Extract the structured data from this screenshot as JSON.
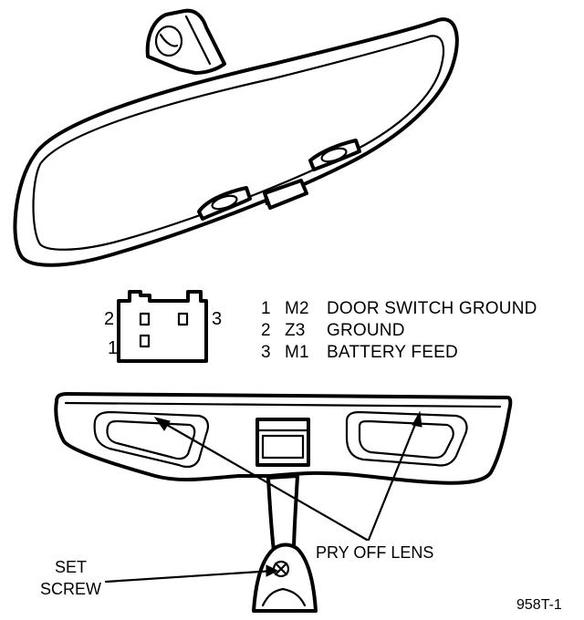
{
  "connector": {
    "pins": {
      "pin1": "1",
      "pin2": "2",
      "pin3": "3"
    }
  },
  "legend": {
    "rows": [
      {
        "num": "1",
        "code": "M2",
        "desc": "DOOR SWITCH GROUND"
      },
      {
        "num": "2",
        "code": "Z3",
        "desc": "GROUND"
      },
      {
        "num": "3",
        "code": "M1",
        "desc": "BATTERY FEED"
      }
    ]
  },
  "callouts": {
    "set_screw_line1": "SET",
    "set_screw_line2": "SCREW",
    "pry_off_lens": "PRY OFF LENS"
  },
  "figure_id": "958T-1"
}
